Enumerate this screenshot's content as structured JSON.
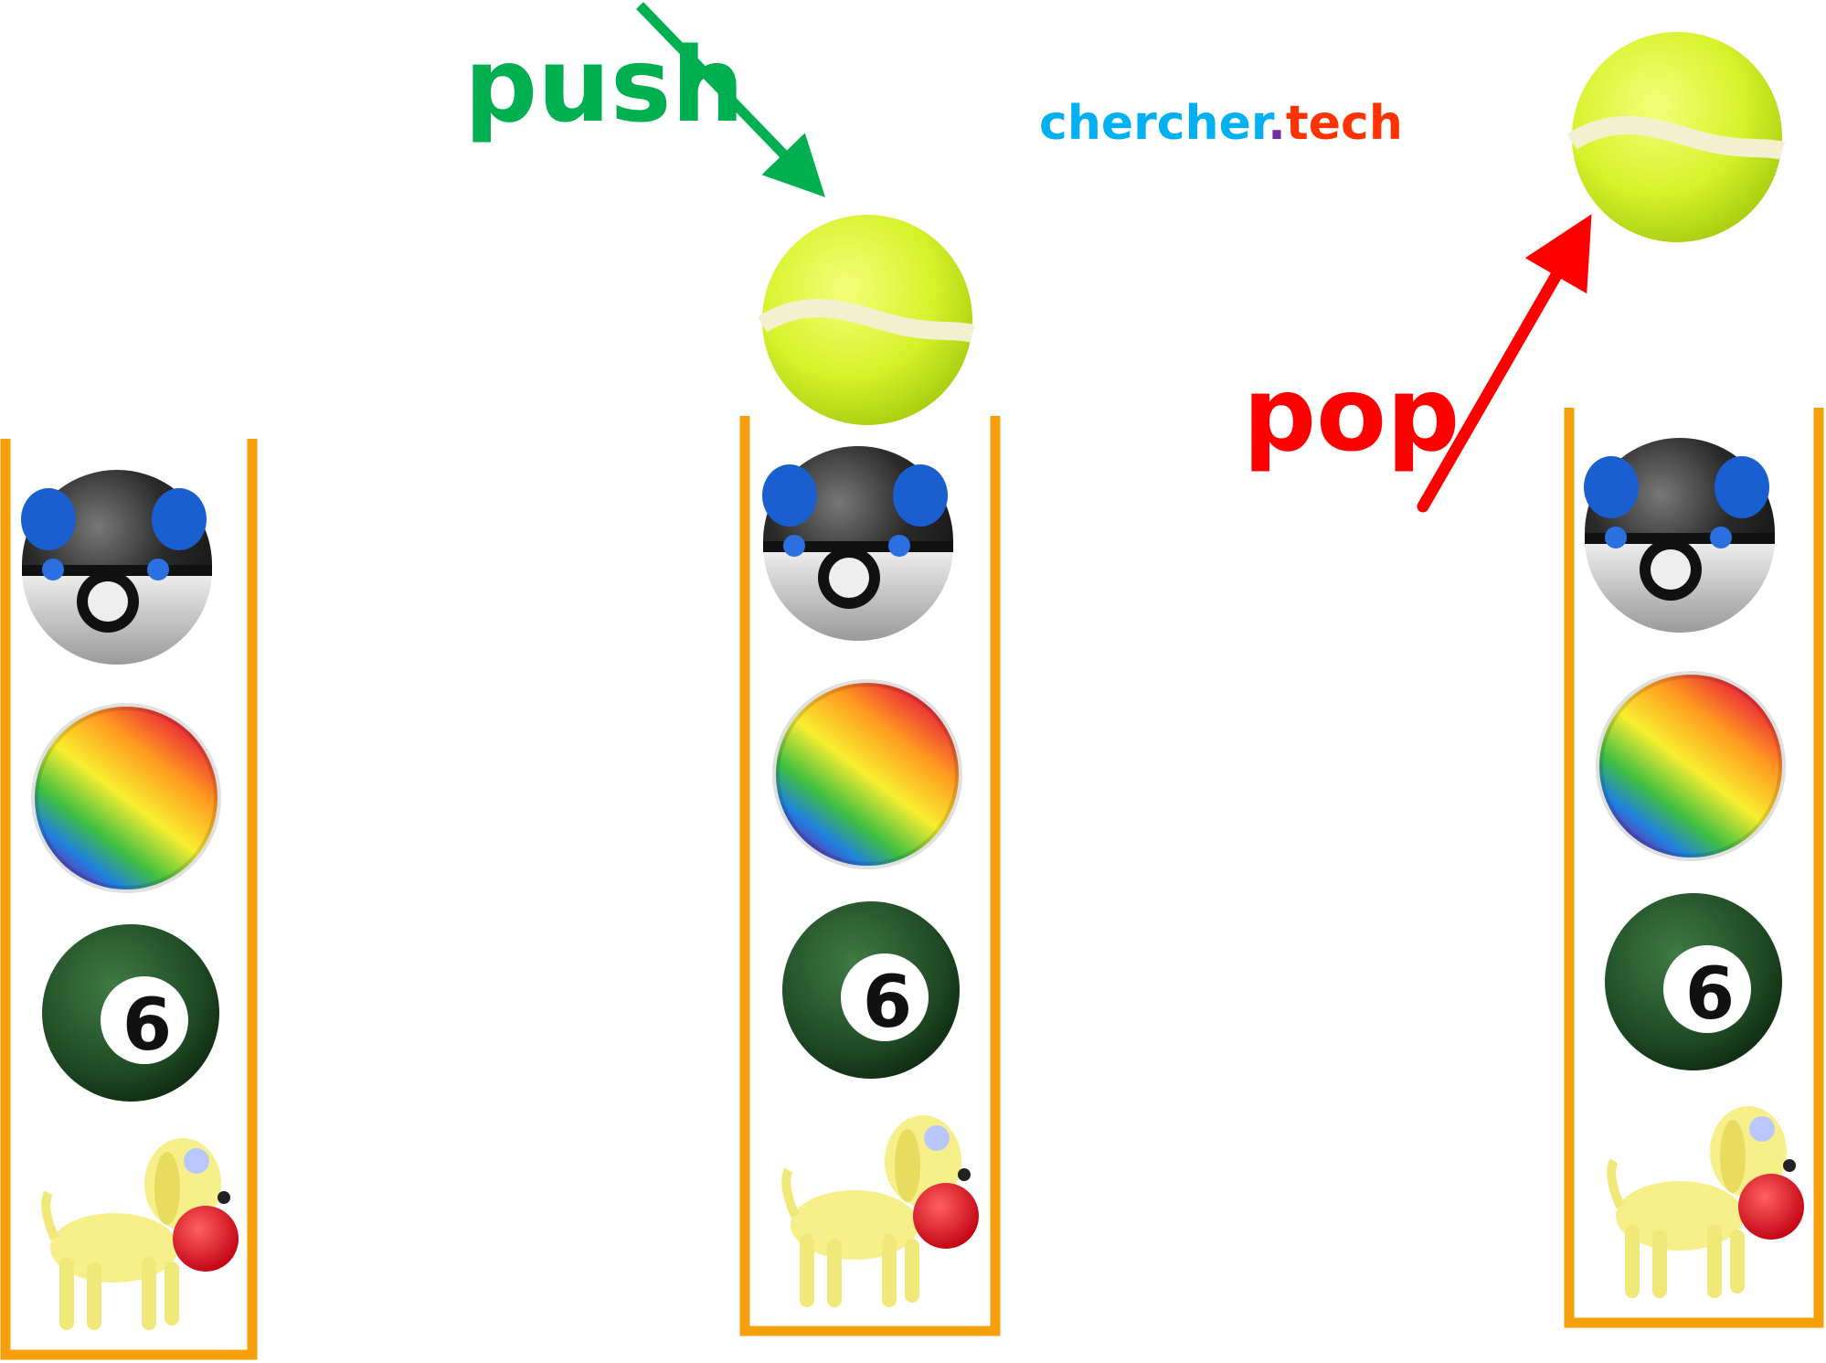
{
  "labels": {
    "push": "push",
    "pop": "pop"
  },
  "logo": {
    "name": "chercher",
    "dot": ".",
    "tld": "tech"
  },
  "ball_six_number": "6",
  "colors": {
    "push": "#00b050",
    "pop": "#ff0000",
    "stack": "#f5a00a",
    "logo_name": "#00b0f0",
    "logo_dot": "#7030a0",
    "logo_tld": "#ff3300"
  },
  "stacks": [
    {
      "name": "initial",
      "items": [
        "pokeball",
        "rainbow-ball",
        "green-ball-6",
        "dog-with-ball"
      ]
    },
    {
      "name": "after-push",
      "items": [
        "tennis-ball",
        "pokeball",
        "rainbow-ball",
        "green-ball-6",
        "dog-with-ball"
      ]
    },
    {
      "name": "after-pop",
      "items": [
        "pokeball",
        "rainbow-ball",
        "green-ball-6",
        "dog-with-ball"
      ]
    }
  ]
}
